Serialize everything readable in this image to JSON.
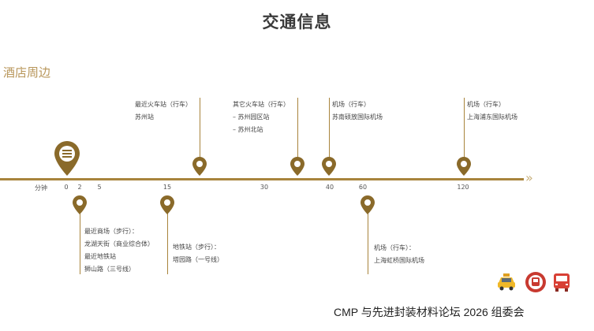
{
  "title": "交通信息",
  "subtitle": "酒店周边",
  "axis": {
    "unit_label": "分钟",
    "ticks": [
      "0",
      "2",
      "5",
      "15",
      "30",
      "40",
      "60",
      "120"
    ],
    "arrow": "»"
  },
  "upper_entries": [
    {
      "lines": [
        "最近火车站（行车）",
        "苏州站"
      ]
    },
    {
      "lines": [
        "其它火车站（行车）",
        "–    苏州园区站",
        "–    苏州北站"
      ]
    },
    {
      "lines": [
        "机场（行车）",
        "苏南硕放国际机场"
      ]
    },
    {
      "lines": [
        "机场（行车）",
        "上海浦东国际机场"
      ]
    }
  ],
  "lower_entries": [
    {
      "lines": [
        "最近商场（步行）：",
        "龙湖天街（商业综合体）",
        "最近地铁站",
        "狮山路（三号线）"
      ]
    },
    {
      "lines": [
        "地铁站（步行）：",
        "塔园路（一号线）"
      ]
    },
    {
      "lines": [
        "机场（行车）：",
        "上海虹桥国际机场"
      ]
    }
  ],
  "icons": [
    "taxi-icon",
    "metro-icon",
    "bus-icon"
  ],
  "colors": {
    "accent": "#a8843c",
    "subtitle": "#b8965a",
    "pin": "#8a6a2a"
  },
  "footer": "CMP 与先进封装材料论坛 2026 组委会"
}
